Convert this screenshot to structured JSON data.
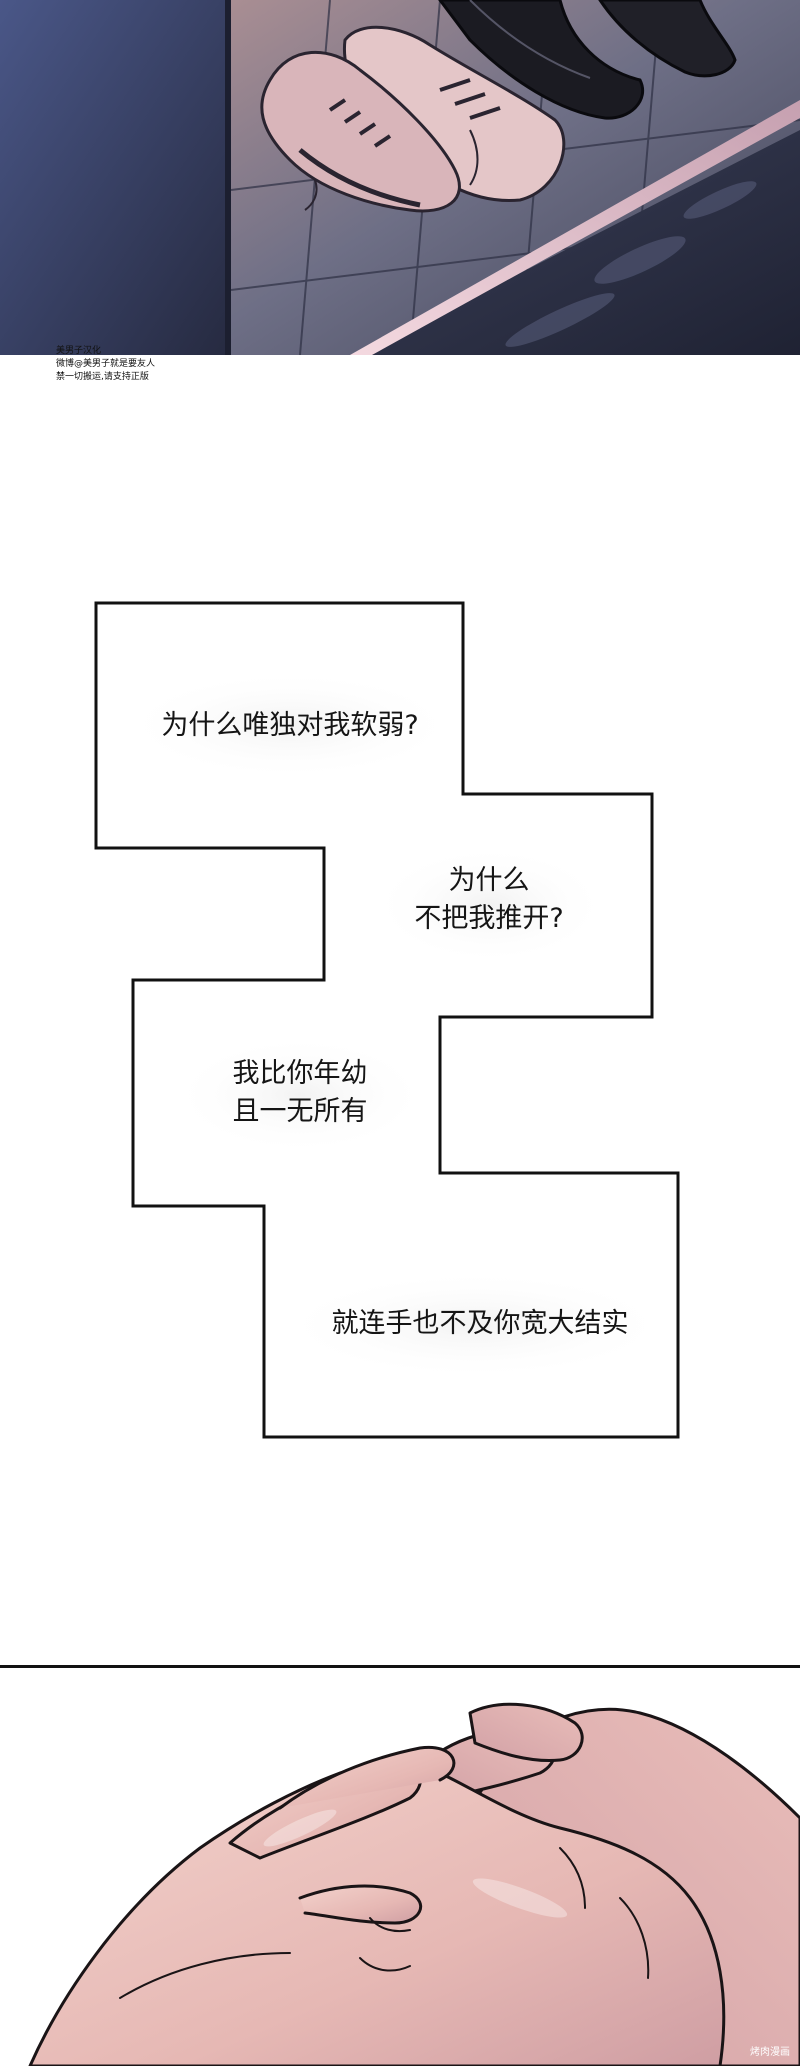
{
  "credits": {
    "line1": "美男子汉化",
    "line2": "微博@美男子就是要友人",
    "line3": "禁一切搬运,请支持正版"
  },
  "dialogue": {
    "line1": "为什么唯独对我软弱?",
    "line2a": "为什么",
    "line2b": "不把我推开?",
    "line3a": "我比你年幼",
    "line3b": "且一无所有",
    "line4": "就连手也不及你宽大结实"
  },
  "watermark": "烤肉漫画",
  "colors": {
    "night_blue": "#2e3550",
    "tile_gray": "#55576a",
    "shoe_pink": "#e4c6c8",
    "shoe_black": "#1b1b22",
    "skin_pink": "#efc7c1",
    "line_black": "#111111",
    "background": "#ffffff"
  }
}
